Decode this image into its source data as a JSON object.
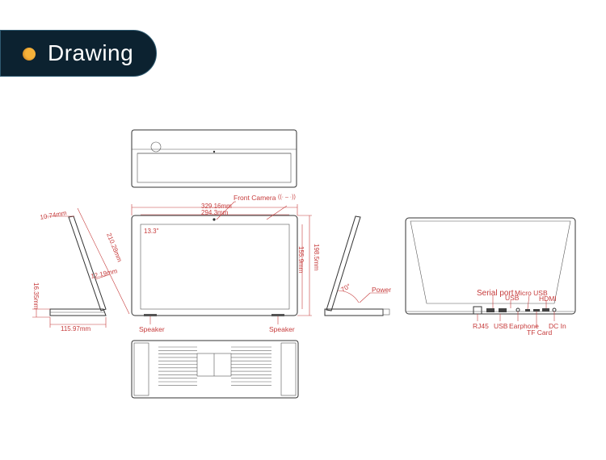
{
  "header": {
    "title": "Drawing"
  },
  "front_view": {
    "width_outer": "329.16mm",
    "width_screen": "294.3mm",
    "height_outer": "198.5mm",
    "height_screen": "155.9mm",
    "screen_size": "13.3\"",
    "front_camera": "Front Camera",
    "speaker_left": "Speaker",
    "speaker_right": "Speaker"
  },
  "side_view": {
    "top_thickness": "10.74mm",
    "height": "210.28mm",
    "depth": "12.19mm",
    "base_height": "16.35mm",
    "base_depth": "115.97mm"
  },
  "right_view": {
    "angle": "70°",
    "power": "Power"
  },
  "back_view": {
    "serial_port": "Serial port",
    "micro_usb": "Micro USB",
    "usb_top": "USB",
    "hdmi": "HDMI",
    "rj45": "RJ45",
    "usb_bottom": "USB",
    "earphone": "Earphone",
    "tf_card": "TF Card",
    "dc_in": "DC In"
  },
  "colors": {
    "banner_bg": "#0c2230",
    "banner_dot": "#f6b23a",
    "annotation": "#c63b3b",
    "line": "#333333"
  }
}
